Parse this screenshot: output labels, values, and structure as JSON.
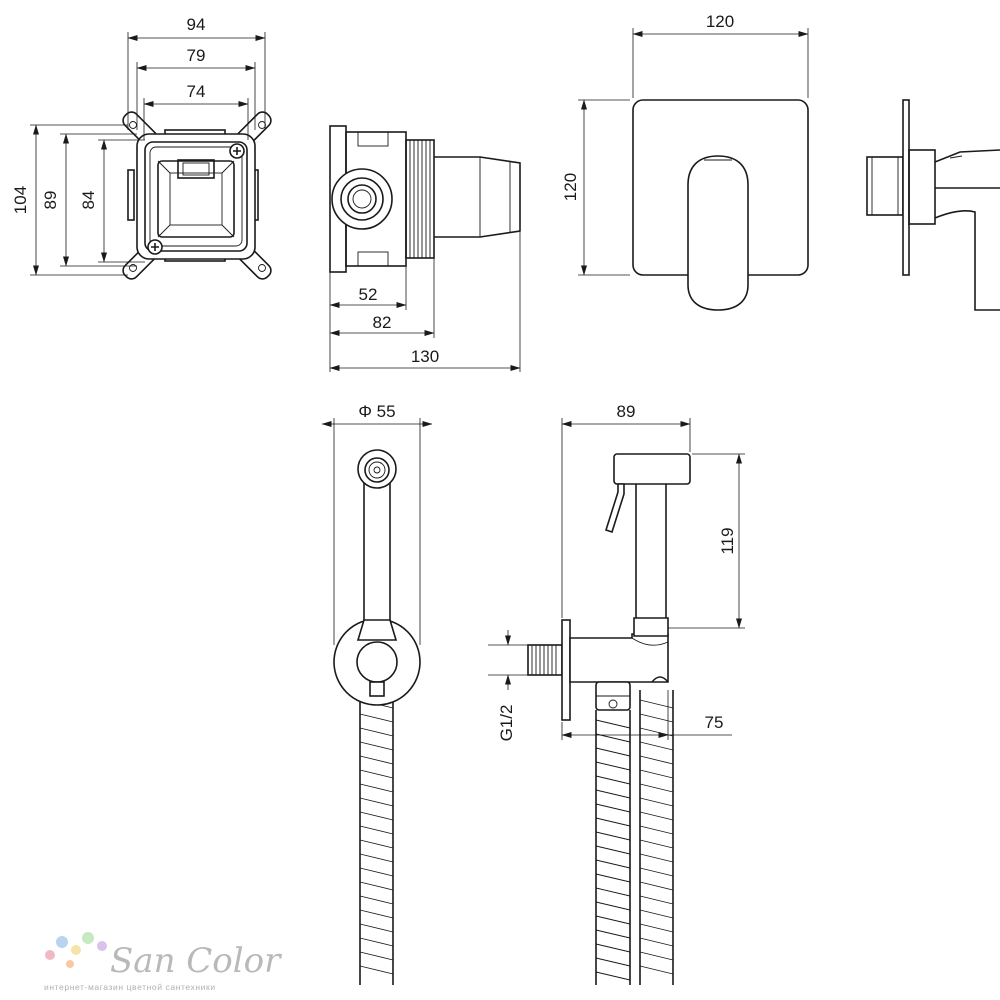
{
  "dimensions": {
    "box_width_outer": "94",
    "box_width_mid": "79",
    "box_width_inner": "74",
    "box_height_outer": "104",
    "box_height_mid": "89",
    "box_height_inner": "84",
    "side_depth_a": "52",
    "side_depth_b": "82",
    "side_depth_total": "130",
    "plate_width": "120",
    "plate_height": "120",
    "holder_diameter": "Φ 55",
    "sprayer_length": "89",
    "sprayer_height": "119",
    "thread": "G1/2",
    "outlet_length": "75"
  },
  "watermark": {
    "brand": "San Color",
    "tagline": "интернет-магазин цветной сантехники",
    "dot_colors": [
      "#f2b8c6",
      "#b9d4f0",
      "#f5e3a8",
      "#c7e8c0",
      "#d9c2ec",
      "#f7c9a5"
    ]
  }
}
